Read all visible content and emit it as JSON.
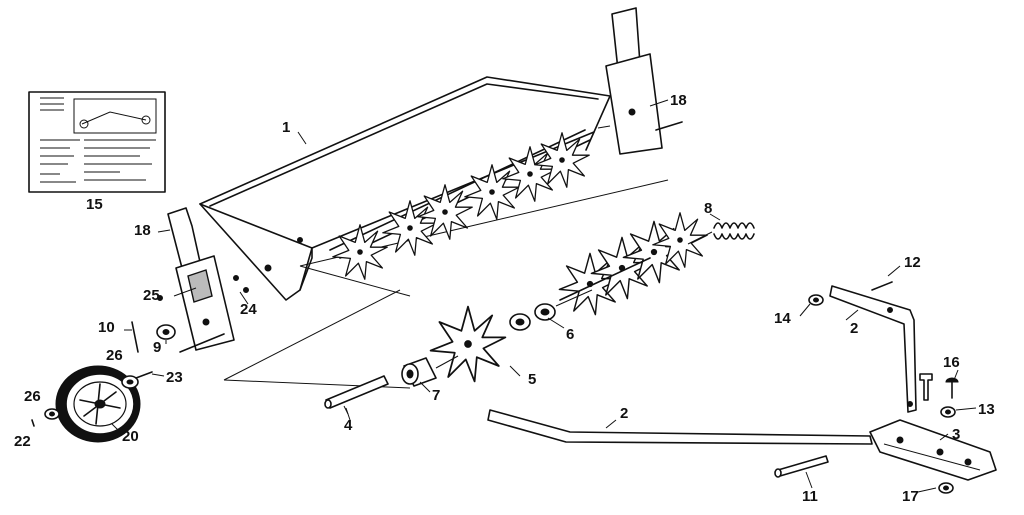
{
  "parts": {
    "p1": "1",
    "p2a": "2",
    "p2b": "2",
    "p3": "3",
    "p4": "4",
    "p5": "5",
    "p6": "6",
    "p7": "7",
    "p8": "8",
    "p9": "9",
    "p10": "10",
    "p11": "11",
    "p12": "12",
    "p13": "13",
    "p14": "14",
    "p15": "15",
    "p16": "16",
    "p17": "17",
    "p18a": "18",
    "p18b": "18",
    "p20": "20",
    "p22": "22",
    "p23": "23",
    "p24": "24",
    "p25": "25",
    "p26a": "26",
    "p26b": "26"
  }
}
